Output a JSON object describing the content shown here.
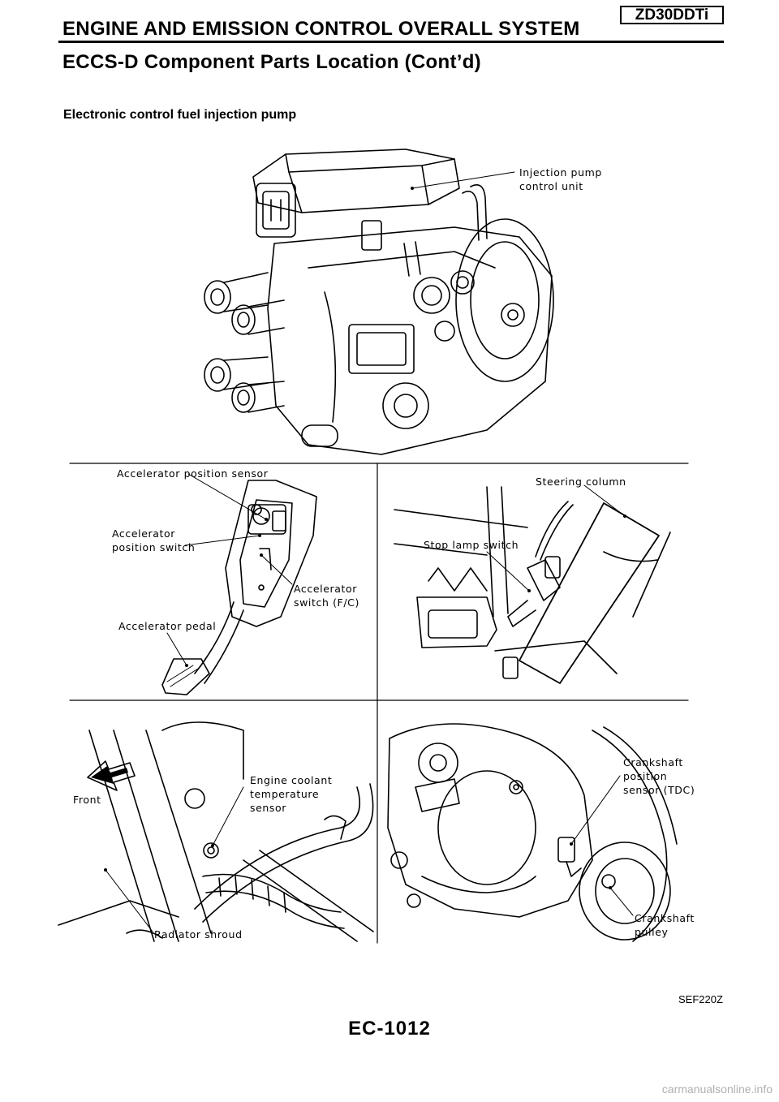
{
  "header": {
    "title": "ENGINE AND EMISSION CONTROL OVERALL SYSTEM",
    "badge": "ZD30DDTi",
    "subtitle": "ECCS-D Component Parts Location (Cont’d)"
  },
  "section_title": "Electronic control fuel injection pump",
  "labels": {
    "injection_pump_unit": [
      "Injection pump",
      "control unit"
    ],
    "accel_position_sensor": "Accelerator position sensor",
    "accel_position_switch": [
      "Accelerator",
      "position switch"
    ],
    "accel_switch_fc": [
      "Accelerator",
      "switch (F/C)"
    ],
    "accel_pedal": "Accelerator pedal",
    "steering_column": "Steering column",
    "stop_lamp_switch": "Stop lamp switch",
    "front": "Front",
    "engine_coolant_temp_sensor": [
      "Engine coolant",
      "temperature",
      "sensor"
    ],
    "radiator_shroud": "Radiator shroud",
    "crankshaft_position_sensor": [
      "Crankshaft",
      "position",
      "sensor (TDC)"
    ],
    "crankshaft_pulley": [
      "Crankshaft",
      "pulley"
    ]
  },
  "figure_code": "SEF220Z",
  "page_number": "EC-1012",
  "watermark": "carmanualsonline.info"
}
